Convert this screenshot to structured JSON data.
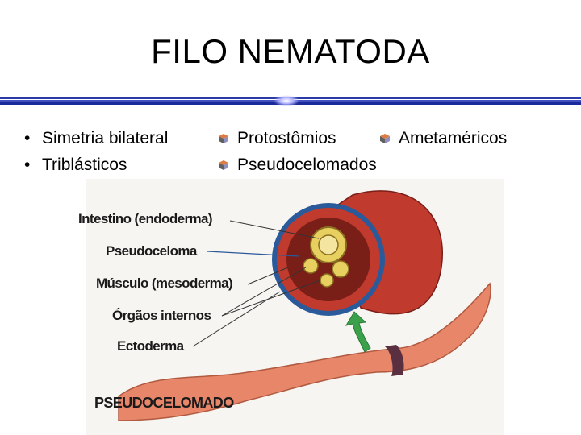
{
  "title": "FILO NEMATODA",
  "bullets": [
    "Simetria bilateral",
    "Triblásticos"
  ],
  "features": [
    "Protostômios",
    "Ametaméricos",
    "Pseudocelomados"
  ],
  "figure": {
    "labels": [
      "Intestino (endoderma)",
      "Pseudoceloma",
      "Músculo (mesoderma)",
      "Órgãos internos",
      "Ectoderma"
    ],
    "caption": "PSEUDOCELOMADO"
  },
  "colors": {
    "title_rule": "#1a2a9a",
    "worm_body": "#e07a55",
    "ring": "#5a3040",
    "arrow": "#3aa04a",
    "mesoderm": "#c03a2e",
    "endoderm": "#e8d060"
  }
}
